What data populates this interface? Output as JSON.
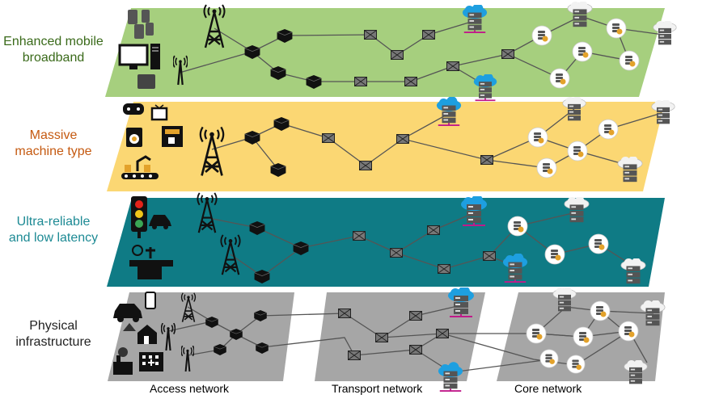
{
  "slices": [
    {
      "name": "Enhanced mobile",
      "name2": "broadband",
      "label_color": "#3a6a1a",
      "fill": "#a6cf7e"
    },
    {
      "name": "Massive",
      "name2": "machine type",
      "label_color": "#c55a11",
      "fill": "#fbd773"
    },
    {
      "name": "Ultra-reliable",
      "name2": "and low latency",
      "label_color": "#1d8a94",
      "fill": "#0f7b85"
    },
    {
      "name": "Physical",
      "name2": "infrastructure",
      "label_color": "#222222",
      "fill": "#a6a6a6"
    }
  ],
  "bottom_labels": {
    "access": "Access network",
    "transport": "Transport network",
    "core": "Core network"
  },
  "icons": {
    "tower": "cell-tower-icon",
    "edge_node": "edge-node-cube-icon",
    "switch": "transport-switch-icon",
    "cloud_server": "cloud-server-icon",
    "core_node": "core-database-node-icon",
    "device": "end-device-icon"
  },
  "colors": {
    "link": "#555555",
    "cloud": "#1e9fe0",
    "server": "#555555",
    "db_circle": "#ffffff",
    "db_icon": "#e3a22b"
  }
}
